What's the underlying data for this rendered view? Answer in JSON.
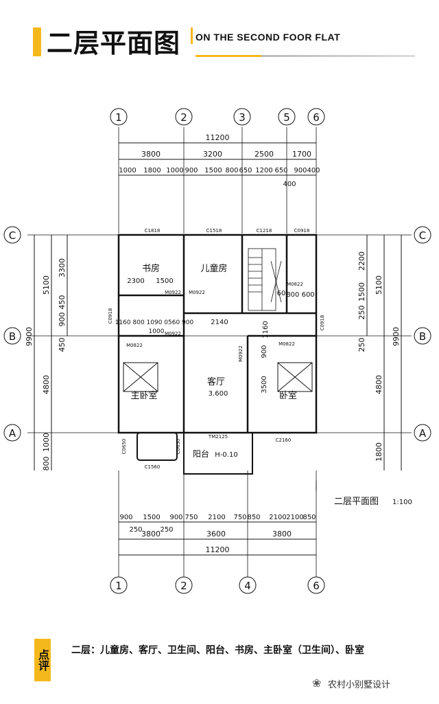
{
  "header": {
    "title": "二层平面图",
    "subtitle": "ON THE SECOND FOOR FLAT"
  },
  "plan": {
    "caption": "二层平面图",
    "scale": "1:100",
    "axis_labels_top": [
      "1",
      "2",
      "3",
      "5",
      "6"
    ],
    "axis_labels_bottom": [
      "1",
      "2",
      "4",
      "6"
    ],
    "axis_labels_side": [
      "C",
      "B",
      "A"
    ],
    "dims_top_total": "11200",
    "dims_top_row1": [
      "3800",
      "3200",
      "2500",
      "1700"
    ],
    "dims_top_row2": [
      "1000",
      "1800",
      "1000",
      "900",
      "1500",
      "800",
      "650",
      "1200",
      "650",
      "900",
      "400"
    ],
    "dims_top_extra": "400",
    "dims_bottom_row1": [
      "900",
      "1500",
      "900",
      "750",
      "2100",
      "750",
      "850",
      "2100",
      "2100",
      "850"
    ],
    "dims_bottom_small": [
      "250",
      "250"
    ],
    "dims_bottom_row2": [
      "3800",
      "3600",
      "3800"
    ],
    "dims_bottom_total": "11200",
    "dims_left_outer": "9900",
    "dims_left_mid": [
      "5100",
      "4800",
      "1000",
      "800"
    ],
    "dims_left_inner": [
      "3300",
      "450",
      "900",
      "450"
    ],
    "dims_right_outer": "9900",
    "dims_right_mid": [
      "5100",
      "4800",
      "1800"
    ],
    "dims_right_inner": [
      "2200",
      "1500",
      "250",
      "250"
    ],
    "rooms": {
      "study": "书房",
      "kids": "儿童房",
      "living": "客厅",
      "living_level": "3.600",
      "master": "主卧室",
      "bedroom": "卧室",
      "balcony": "阳台",
      "balcony_level": "H-0.10"
    },
    "interior_dims": {
      "study_w1": "2300",
      "study_w2": "1500",
      "bath_row": "1160 800 1090 0560 900",
      "bath_w": "2140",
      "bath_h": "1000",
      "stair_dim": "60",
      "right_bath": "800 600",
      "bed_dim": "3500",
      "door_dim": "900",
      "side_dim": "1160"
    },
    "window_tags": [
      "C1818",
      "C1518",
      "C1218",
      "C0918",
      "C0918",
      "C0918",
      "C1560",
      "C2160",
      "TM2125",
      "C0650",
      "C0650"
    ],
    "door_tags": [
      "M0922",
      "M0922",
      "M0822",
      "M0922",
      "M0922",
      "M0822",
      "M0822"
    ]
  },
  "footer": {
    "label": "点评",
    "text": "二层：儿童房、客厅、卫生间、阳台、书房、主卧室（卫生间）、卧室"
  },
  "watermark": {
    "text": "农村小别墅设计"
  }
}
